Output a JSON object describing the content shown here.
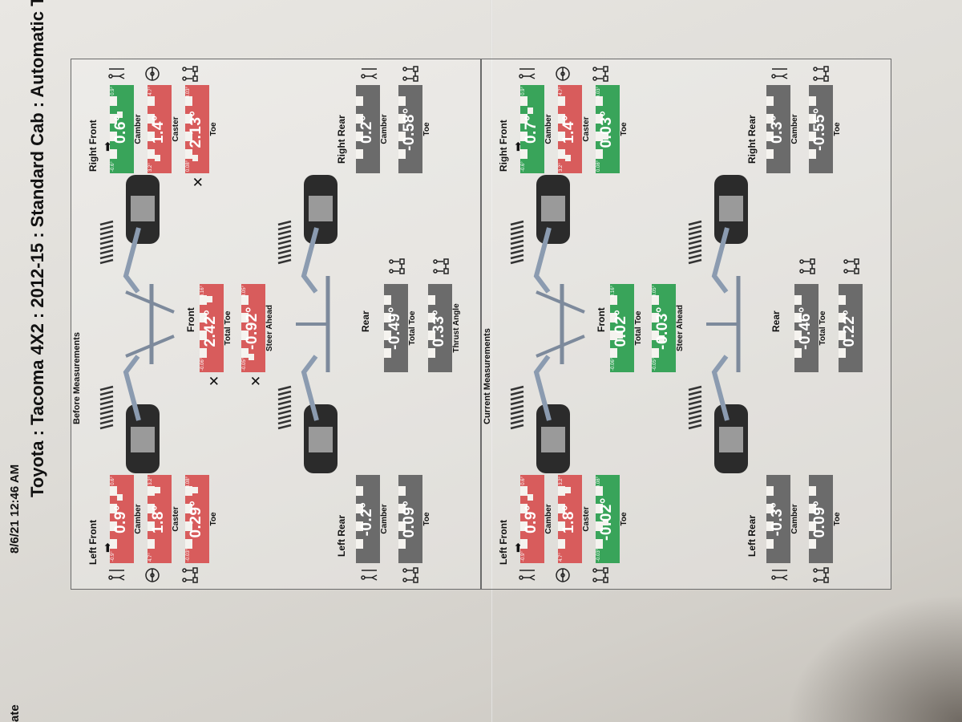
{
  "header": {
    "edge_text": "ate",
    "date": "8/6/21 12:46 AM",
    "title": "Toyota : Tacoma 4X2 : 2012-15 : Standard Cab : Automatic Transmission"
  },
  "panels": [
    {
      "id": "before",
      "title": "Before Measurements",
      "labels": {
        "left_front": "Left Front",
        "right_front": "Right Front",
        "front": "Front",
        "rear": "Rear",
        "left_rear": "Left Rear",
        "right_rear": "Right Rear"
      },
      "left_front": {
        "camber": {
          "value": "0.9°",
          "min": "-0.9°",
          "max": "0.6°",
          "label": "Camber",
          "status": "red",
          "marker": 0.8
        },
        "caster": {
          "value": "1.8°",
          "min": "4.7°",
          "max": "3.2°",
          "label": "Caster",
          "status": "red",
          "marker": 0.9
        },
        "toe": {
          "value": "0.29°",
          "min": "-0.03°",
          "max": "0.08°",
          "label": "Toe",
          "status": "red",
          "marker": 0.9
        }
      },
      "center_front": {
        "total_toe": {
          "value": "2.42°",
          "min": "-0.06°",
          "max": "0.16°",
          "label": "Total Toe",
          "status": "red",
          "marker": 0.9
        },
        "steer_ahead": {
          "value": "-0.92°",
          "min": "-0.05°",
          "max": "0.05°",
          "label": "Steer Ahead",
          "status": "red",
          "marker": 0.1
        }
      },
      "right_front": {
        "camber": {
          "value": "0.6°",
          "min": "-0.6°",
          "max": "0.9°",
          "label": "Camber",
          "status": "green",
          "marker": 0.7
        },
        "caster": {
          "value": "1.4°",
          "min": "3.2°",
          "max": "4.7°",
          "label": "Caster",
          "status": "red",
          "marker": 0.1
        },
        "toe": {
          "value": "2.13°",
          "min": "0.08°",
          "max": "-0.03°",
          "label": "Toe",
          "status": "red",
          "marker": 0.1
        }
      },
      "left_rear": {
        "camber": {
          "value": "-0.2°",
          "label": "Camber",
          "status": "gray"
        },
        "toe": {
          "value": "0.09°",
          "label": "Toe",
          "status": "gray"
        }
      },
      "center_rear": {
        "total_toe": {
          "value": "-0.49°",
          "label": "Total Toe",
          "status": "gray"
        },
        "thrust_angle": {
          "value": "0.33°",
          "label": "Thrust Angle",
          "status": "gray"
        }
      },
      "right_rear": {
        "camber": {
          "value": "0.2°",
          "label": "Camber",
          "status": "gray"
        },
        "toe": {
          "value": "-0.58°",
          "label": "Toe",
          "status": "gray"
        }
      },
      "x_marks": [
        "lf_toe",
        "total_toe",
        "steer_ahead",
        "rf_toe"
      ]
    },
    {
      "id": "current",
      "title": "Current Measurements",
      "labels": {
        "left_front": "Left Front",
        "right_front": "Right Front",
        "front": "Front",
        "rear": "Rear",
        "left_rear": "Left Rear",
        "right_rear": "Right Rear"
      },
      "left_front": {
        "camber": {
          "value": "0.9°",
          "min": "-0.9°",
          "max": "0.6°",
          "label": "Camber",
          "status": "red",
          "marker": 0.8
        },
        "caster": {
          "value": "1.8°",
          "min": "4.7°",
          "max": "3.2°",
          "label": "Caster",
          "status": "red",
          "marker": 0.9
        },
        "toe": {
          "value": "-0.02°",
          "min": "-0.03°",
          "max": "0.08°",
          "label": "Toe",
          "status": "green",
          "marker": 0.45
        }
      },
      "center_front": {
        "total_toe": {
          "value": "0.02°",
          "min": "-0.06°",
          "max": "0.16°",
          "label": "Total Toe",
          "status": "green",
          "marker": 0.4
        },
        "steer_ahead": {
          "value": "-0.03°",
          "min": "-0.05°",
          "max": "0.05°",
          "label": "Steer Ahead",
          "status": "green",
          "marker": 0.35
        }
      },
      "right_front": {
        "camber": {
          "value": "0.7°",
          "min": "-0.6°",
          "max": "0.9°",
          "label": "Camber",
          "status": "green",
          "marker": 0.75
        },
        "caster": {
          "value": "1.4°",
          "min": "3.2°",
          "max": "4.7°",
          "label": "Caster",
          "status": "red",
          "marker": 0.1
        },
        "toe": {
          "value": "0.03°",
          "min": "0.08°",
          "max": "-0.03°",
          "label": "Toe",
          "status": "green",
          "marker": 0.4
        }
      },
      "left_rear": {
        "camber": {
          "value": "-0.3°",
          "label": "Camber",
          "status": "gray"
        },
        "toe": {
          "value": "0.09°",
          "label": "Toe",
          "status": "gray"
        }
      },
      "center_rear": {
        "total_toe": {
          "value": "-0.46°",
          "label": "Total Toe",
          "status": "gray"
        },
        "thrust_angle": {
          "value": "0.22°",
          "label": "",
          "status": "gray"
        }
      },
      "right_rear": {
        "camber": {
          "value": "0.3°",
          "label": "Camber",
          "status": "gray"
        },
        "toe": {
          "value": "-0.55°",
          "label": "Toe",
          "status": "gray"
        }
      },
      "x_marks": []
    }
  ],
  "colors": {
    "out_of_spec": "#d85c5c",
    "in_spec": "#39a45a",
    "neutral": "#6b6b6b",
    "ink": "#111111"
  },
  "icons": [
    "person-measure-icon",
    "steering-wheel-icon",
    "toe-feet-icon",
    "rear-axle-icon",
    "thrust-icon"
  ]
}
